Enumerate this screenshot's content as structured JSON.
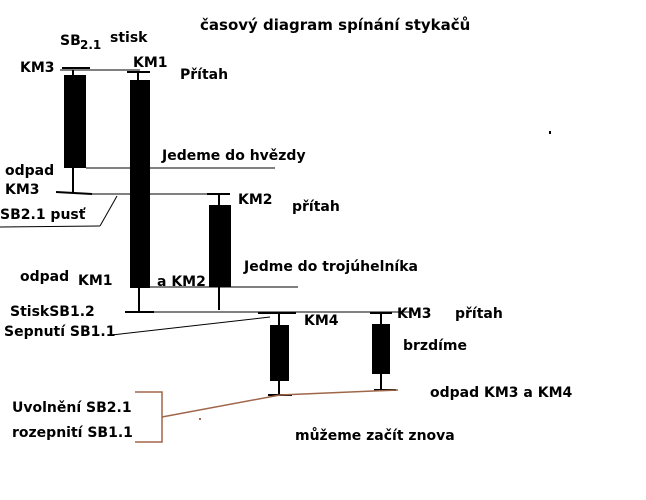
{
  "title": "časový diagram spínání stykačů",
  "labels": {
    "sb_prefix": "SB",
    "sb_suffix": "2.1",
    "stisk": "stisk",
    "km3_top": "KM3",
    "km1_top": "KM1",
    "pritah_km1": "Přítah",
    "odpad_km3": "odpad",
    "km3_odpad": "KM3",
    "sb21_pust": "SB2.1 pusť",
    "jedeme_hvezdy": "Jedeme do hvězdy",
    "km2_top": "KM2",
    "pritah_km2": "přítah",
    "odpad_km1": "odpad",
    "km1_odpad": "KM1",
    "a_km2": "a KM2",
    "jedme_troj": "Jedme do trojúhelníka",
    "stisk_sb12": "StiskSB1.2",
    "sepnuti_sb11": "Sepnutí SB1.1",
    "km4_top": "KM4",
    "km3_right": "KM3",
    "pritah_km3": "přítah",
    "brzdime": "brzdíme",
    "odpad_km3_km4": "odpad KM3 a KM4",
    "uvolneni_sb21": "Uvolnění SB2.1",
    "rozepnuti_sb11": "rozepnití SB1.1",
    "muzeme_znova": "můžeme začít znova"
  },
  "colors": {
    "ink": "#000000",
    "annotation": "#a0664a",
    "background": "#ffffff"
  }
}
